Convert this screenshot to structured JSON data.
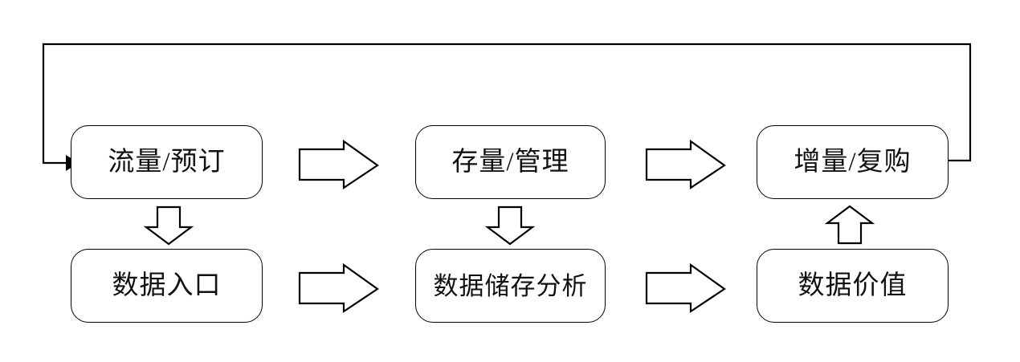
{
  "diagram": {
    "type": "flowchart",
    "orientation": "two-row-three-column",
    "background_color": "#ffffff",
    "stroke_color": "#000000",
    "text_color": "#111111",
    "nodes": [
      {
        "id": "traffic-booking",
        "label": "流量/预订",
        "row": "top",
        "column": 1
      },
      {
        "id": "stock-management",
        "label": "存量/管理",
        "row": "top",
        "column": 2
      },
      {
        "id": "growth-repurchase",
        "label": "增量/复购",
        "row": "top",
        "column": 3
      },
      {
        "id": "data-entry",
        "label": "数据入口",
        "row": "bottom",
        "column": 1
      },
      {
        "id": "data-storage-analysis",
        "label": "数据储存分析",
        "row": "bottom",
        "column": 2
      },
      {
        "id": "data-value",
        "label": "数据价值",
        "row": "bottom",
        "column": 3
      }
    ],
    "connectors": [
      {
        "id": "top-arrow-1",
        "shape": "block-arrow",
        "direction": "right",
        "from": "traffic-booking",
        "to": "stock-management"
      },
      {
        "id": "top-arrow-2",
        "shape": "block-arrow",
        "direction": "right",
        "from": "stock-management",
        "to": "growth-repurchase"
      },
      {
        "id": "bottom-arrow-1",
        "shape": "block-arrow",
        "direction": "right",
        "from": "data-entry",
        "to": "data-storage-analysis"
      },
      {
        "id": "bottom-arrow-2",
        "shape": "block-arrow",
        "direction": "right",
        "from": "data-storage-analysis",
        "to": "data-value"
      },
      {
        "id": "down-arrow-1",
        "shape": "block-arrow",
        "direction": "down",
        "from": "traffic-booking",
        "to": "data-entry"
      },
      {
        "id": "down-arrow-2",
        "shape": "block-arrow",
        "direction": "down",
        "from": "stock-management",
        "to": "data-storage-analysis"
      },
      {
        "id": "up-arrow-1",
        "shape": "block-arrow",
        "direction": "up",
        "from": "data-value",
        "to": "growth-repurchase"
      },
      {
        "id": "feedback-loop",
        "shape": "line-arrow",
        "direction": "left-then-down",
        "from": "growth-repurchase",
        "to": "traffic-booking"
      }
    ]
  }
}
